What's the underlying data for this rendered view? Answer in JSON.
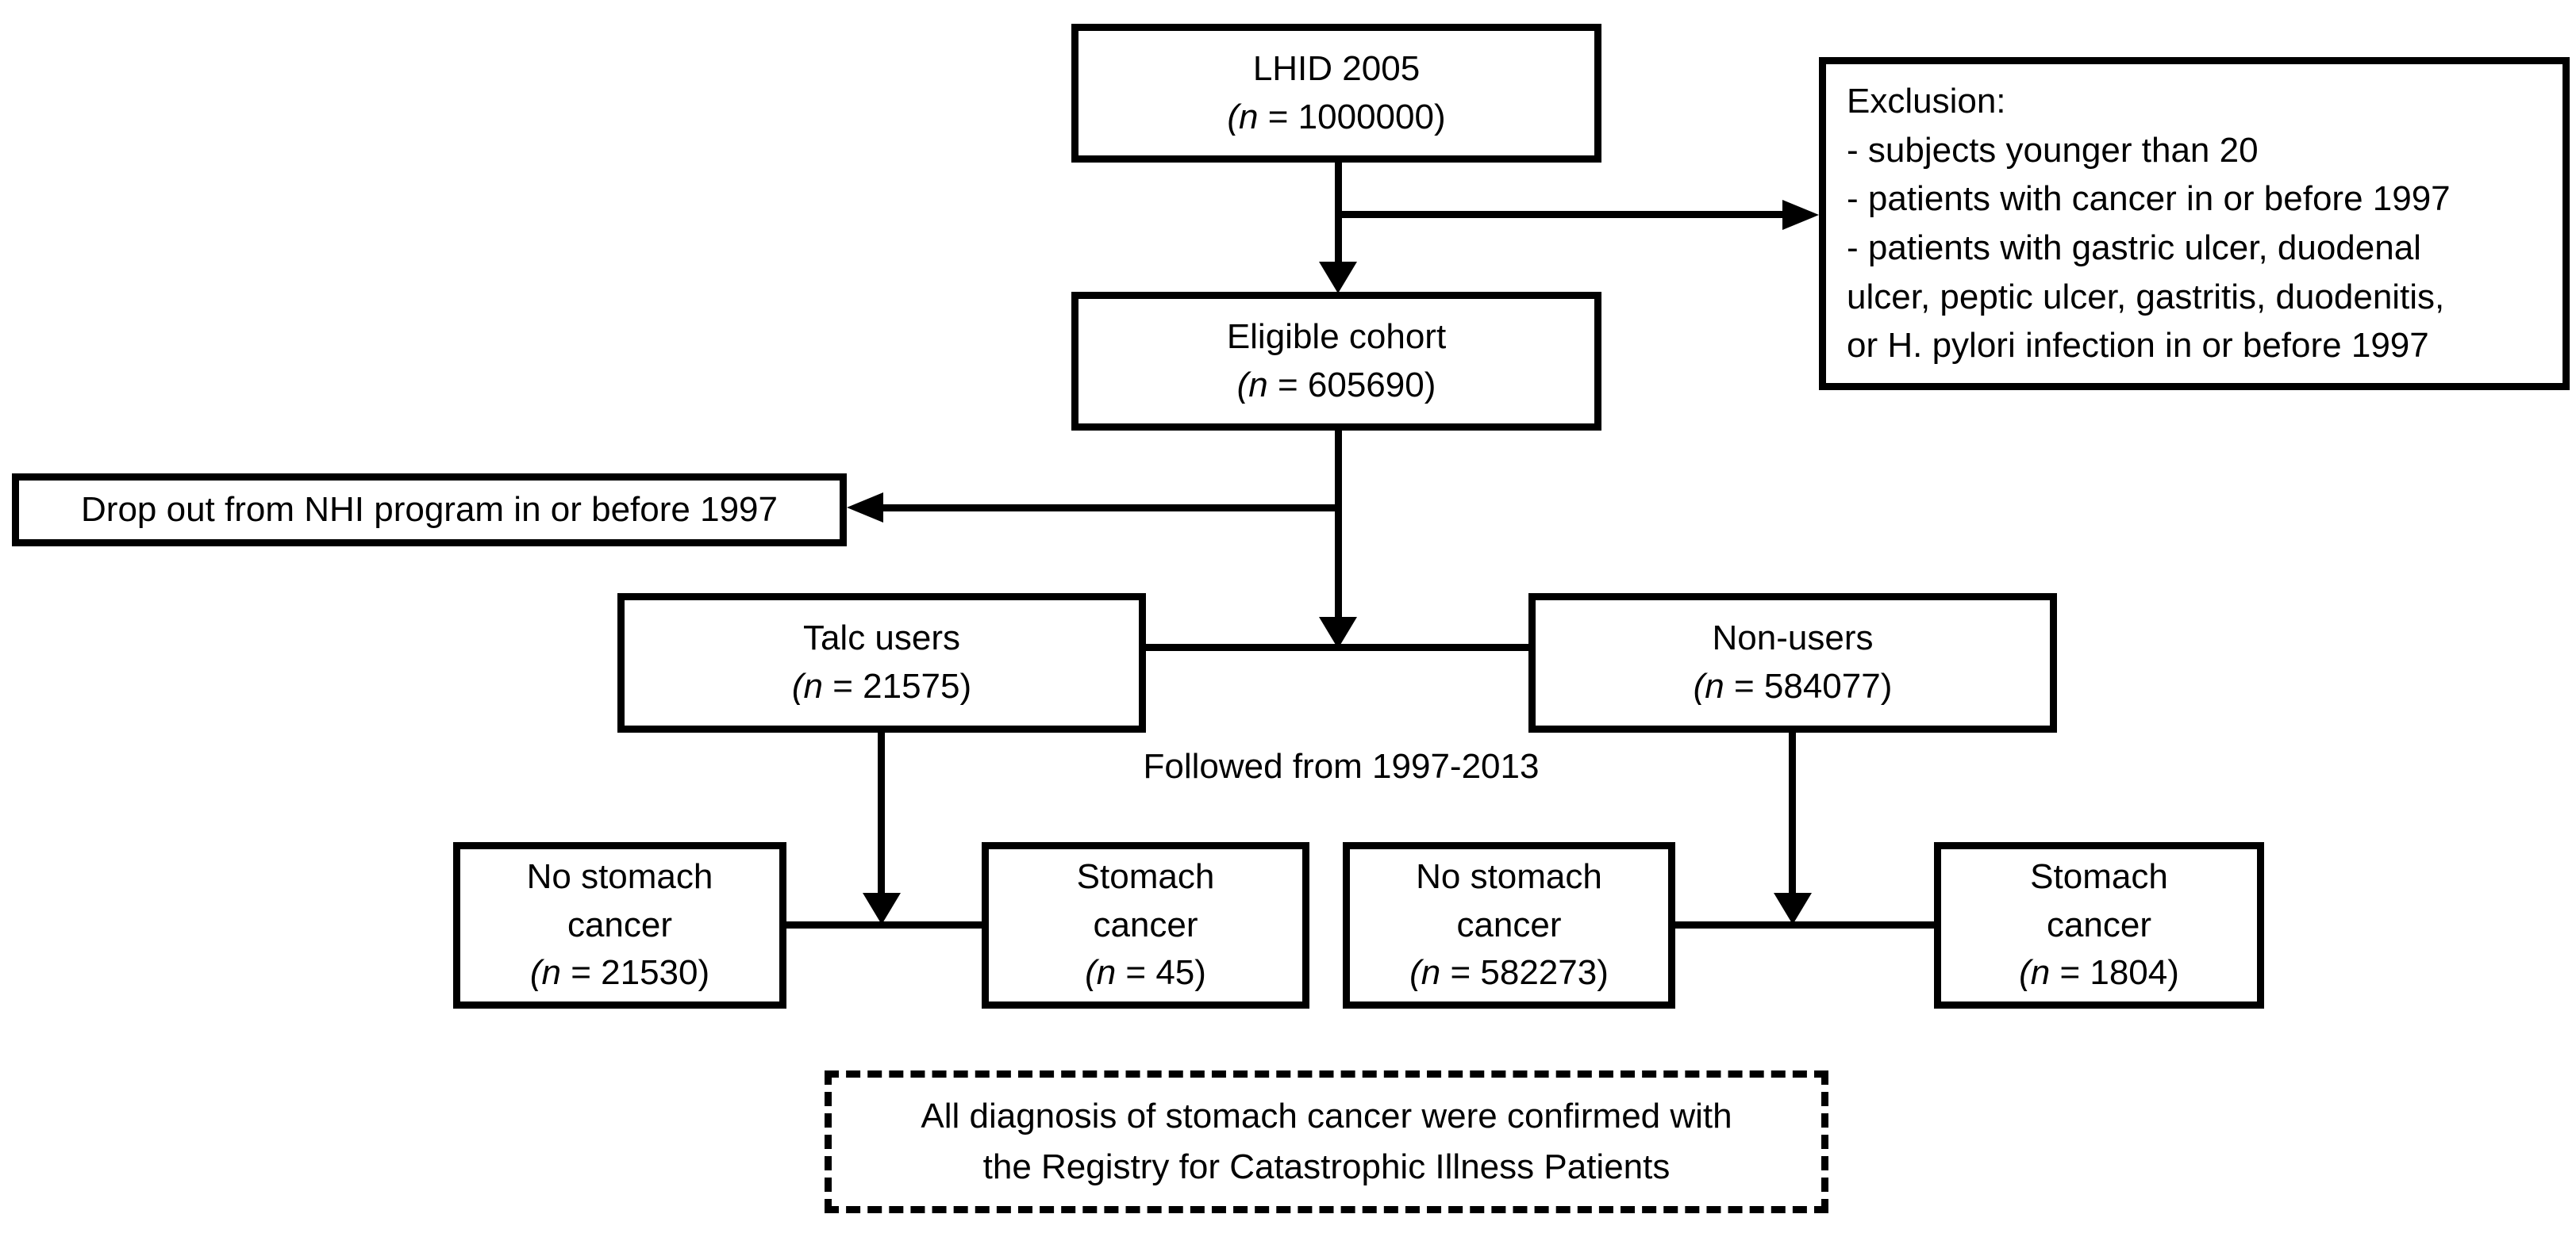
{
  "diagram": {
    "colors": {
      "ink": "#000000",
      "background": "#ffffff"
    },
    "boxes": {
      "lhid": {
        "lines": [
          "LHID 2005"
        ],
        "n_italic": "(n",
        "n_rest": " = 1000000)"
      },
      "eligible": {
        "lines": [
          "Eligible cohort"
        ],
        "n_italic": "(n",
        "n_rest": " = 605690)"
      },
      "talc_users": {
        "lines": [
          "Talc users"
        ],
        "n_italic": "(n",
        "n_rest": " = 21575)"
      },
      "non_users": {
        "lines": [
          "Non-users"
        ],
        "n_italic": "(n",
        "n_rest": " = 584077)"
      },
      "talc_no_cancer": {
        "lines": [
          "No stomach",
          "cancer"
        ],
        "n_italic": "(n",
        "n_rest": " = 21530)"
      },
      "talc_cancer": {
        "lines": [
          "Stomach",
          "cancer"
        ],
        "n_italic": "(n",
        "n_rest": " = 45)"
      },
      "non_no_cancer": {
        "lines": [
          "No stomach",
          "cancer"
        ],
        "n_italic": "(n",
        "n_rest": " = 582273)"
      },
      "non_cancer": {
        "lines": [
          "Stomach",
          "cancer"
        ],
        "n_italic": "(n",
        "n_rest": " = 1804)"
      }
    },
    "exclusion": {
      "lines": [
        "Exclusion:",
        "- subjects younger than 20",
        "- patients with cancer in or before 1997",
        "- patients with gastric ulcer, duodenal",
        "ulcer, peptic ulcer, gastritis, duodenitis,",
        "or H. pylori infection in or before 1997"
      ]
    },
    "dropout": {
      "label": "Drop out from NHI program in or before 1997"
    },
    "followed_label": "Followed from 1997-2013",
    "confirmation_note": {
      "lines": [
        "All diagnosis of stomach cancer were confirmed with",
        "the Registry for Catastrophic Illness Patients"
      ]
    }
  }
}
